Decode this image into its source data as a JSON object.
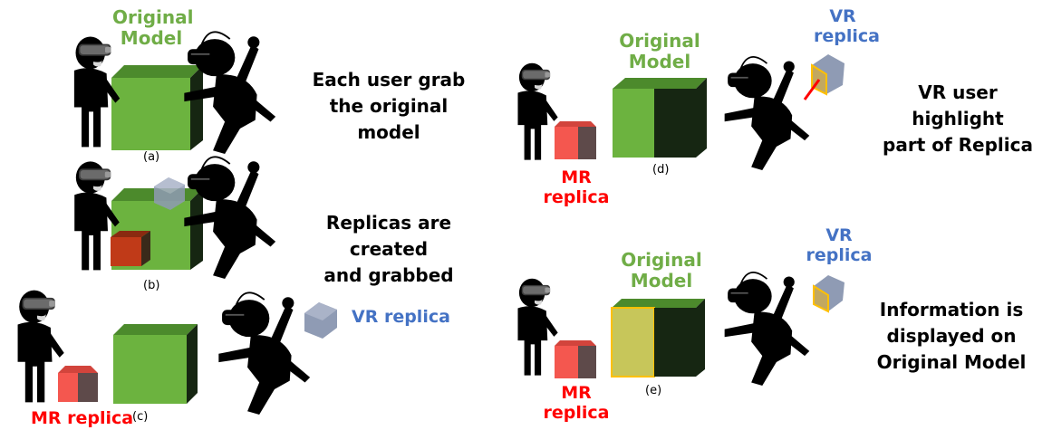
{
  "panels": {
    "a": {
      "label": "(a)",
      "title": "Original\nModel",
      "caption": "Each user grab\nthe original model"
    },
    "b": {
      "label": "(b)",
      "caption": "Replicas are created\nand grabbed"
    },
    "c": {
      "label": "(c)",
      "vr": "VR replica",
      "mr": "MR replica"
    },
    "d": {
      "label": "(d)",
      "title": "Original\nModel",
      "vr": "VR\nreplica",
      "mr": "MR\nreplica",
      "caption": "VR user highlight\npart of Replica"
    },
    "e": {
      "label": "(e)",
      "title": "Original\nModel",
      "vr": "VR\nreplica",
      "mr": "MR\nreplica",
      "caption": "Information is\ndisplayed on\nOriginal Model"
    }
  },
  "colors": {
    "green_front": "#6cb33f",
    "green_top": "#4c8a2c",
    "green_side": "#162612",
    "red_front": "#f4574f",
    "red_top": "#d2443c",
    "red_side": "#5e4a4a",
    "blue_replica": "#8f9bb4",
    "highlight": "#ffc000",
    "label_green": "#70ad47",
    "label_blue": "#4472c4",
    "label_red": "#ff0000"
  }
}
